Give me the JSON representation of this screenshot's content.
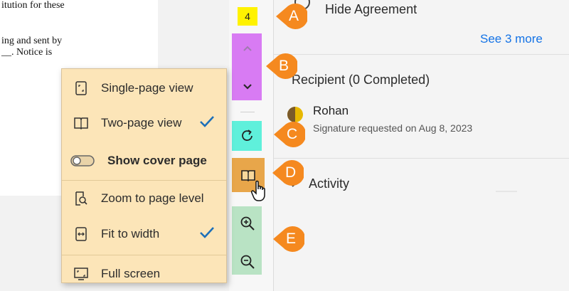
{
  "document": {
    "lines": [
      "itution for these",
      "ing and sent by",
      "__. Notice is"
    ]
  },
  "toolbar": {
    "page_number": "4",
    "prev_icon": "chevron-up-icon",
    "next_icon": "chevron-down-icon",
    "rotate_icon": "rotate-icon",
    "view_icon": "two-page-view-icon",
    "zoom_in_icon": "zoom-in-icon",
    "zoom_out_icon": "zoom-out-icon"
  },
  "view_menu": {
    "items": [
      {
        "label": "Single-page view",
        "icon": "single-page-icon",
        "checked": false
      },
      {
        "label": "Two-page view",
        "icon": "two-page-icon",
        "checked": true
      },
      {
        "label": "Show cover page",
        "icon": "toggle-icon",
        "toggle": false
      },
      {
        "label": "Zoom to page level",
        "icon": "zoom-page-icon",
        "checked": false
      },
      {
        "label": "Fit to width",
        "icon": "fit-width-icon",
        "checked": true
      },
      {
        "label": "Full screen",
        "icon": "full-screen-icon",
        "checked": false
      }
    ]
  },
  "callouts": [
    "A",
    "B",
    "C",
    "D",
    "E"
  ],
  "right_panel": {
    "hide_agreement": "Hide Agreement",
    "see_more": "See 3 more",
    "recipient_header": "Recipient (0 Completed)",
    "recipient_name": "Rohan",
    "recipient_status": "Signature requested on Aug 8, 2023",
    "activity": "Activity"
  },
  "colors": {
    "callout_orange": "#f5891f",
    "page_highlight": "#fff200",
    "nav_highlight": "#d87bf3",
    "rotate_highlight": "#5ff0db",
    "view_highlight": "#e8a64a",
    "zoom_highlight": "#b9e3c4",
    "menu_bg": "#fce5b8",
    "check_blue": "#1d6fb8",
    "link_blue": "#1473e6"
  }
}
